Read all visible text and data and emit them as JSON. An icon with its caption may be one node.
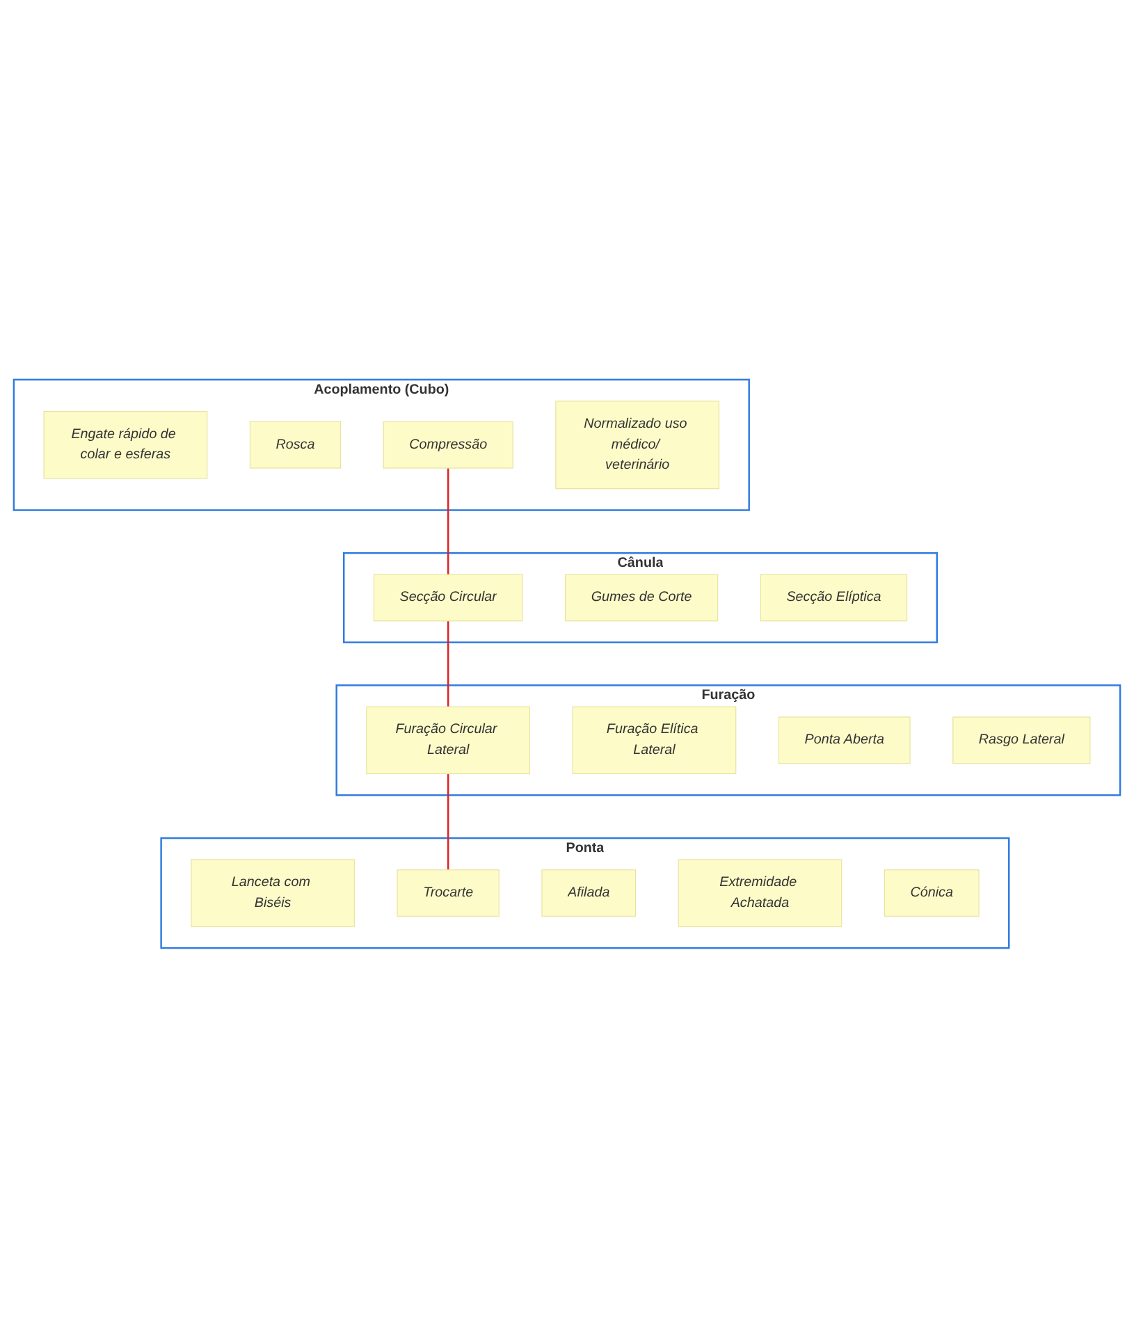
{
  "diagram": {
    "nodes": [
      {
        "text": [
          "Acoplamento (Cubo)"
        ]
      },
      {
        "text": [
          "Engate rápido de colar e esferas"
        ],
        "in": 0
      },
      {
        "text": [
          "Rosca"
        ],
        "in": 0
      },
      {
        "text": [
          "Compressão"
        ],
        "in": 0
      },
      {
        "text": [
          "Normalizado uso médico/ veterinário"
        ],
        "in": 0
      },
      {
        "text": [
          "Cânula"
        ]
      },
      {
        "text": [
          "Secção Circular"
        ],
        "in": 5
      },
      {
        "text": [
          "Gumes de Corte"
        ],
        "in": 5
      },
      {
        "text": [
          "Secção Elíptica"
        ],
        "in": 5
      },
      {
        "text": [
          "Furação"
        ]
      },
      {
        "text": [
          "Furação Circular Lateral"
        ],
        "in": 9
      },
      {
        "text": [
          "Furação Elítica Lateral"
        ],
        "in": 9
      },
      {
        "text": [
          "Ponta Aberta"
        ],
        "in": 9
      },
      {
        "text": [
          "Rasgo Lateral"
        ],
        "in": 9
      },
      {
        "text": [
          "Ponta"
        ]
      },
      {
        "text": [
          "Lanceta com Biséis"
        ],
        "in": 14
      },
      {
        "text": [
          "Trocarte"
        ],
        "in": 14
      },
      {
        "text": [
          "Afilada"
        ],
        "in": 14
      },
      {
        "text": [
          "Extremidade Achatada"
        ],
        "in": 14
      },
      {
        "text": [
          "Cónica"
        ],
        "in": 14
      }
    ],
    "edges": [
      {
        "from": 3,
        "to": 6,
        "arrow": "none",
        "color": "#e02020"
      },
      {
        "from": 6,
        "to": 10,
        "arrow": "none",
        "color": "#e02020"
      },
      {
        "from": 10,
        "to": 16,
        "arrow": "none",
        "color": "#e02020"
      }
    ]
  }
}
